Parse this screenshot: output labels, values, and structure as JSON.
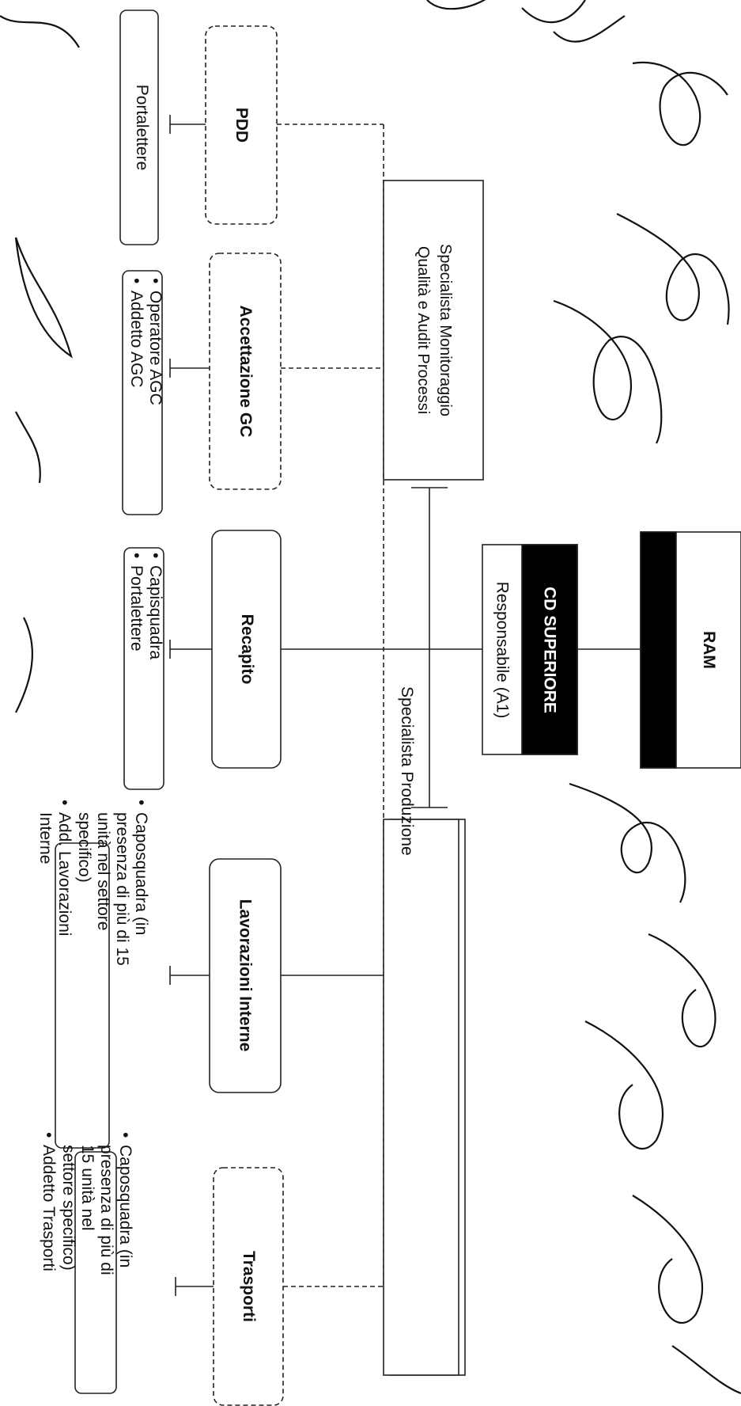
{
  "ram": {
    "label": "RAM"
  },
  "cd": {
    "title": "CD  SUPERIORE",
    "subtitle": "Responsabile (A1)"
  },
  "specialista_qualita": {
    "line1": "Specialista Monitoraggio",
    "line2": "Qualità e Audit Processi"
  },
  "specialista_produzione": {
    "label": "Specialista Produzione"
  },
  "units": {
    "pdd": "PDD",
    "accettazione": "Accettazione GC",
    "recapito": "Recapito",
    "lavorazioni": "Lavorazioni Interne",
    "trasporti": "Trasporti"
  },
  "roles": {
    "pdd": [
      "Portalettere"
    ],
    "accettazione": [
      "Operatore AGC",
      "Addetto AGC"
    ],
    "recapito": [
      "Capisquadra",
      "Portalettere"
    ],
    "lavorazioni": [
      "Caposquadra (in",
      "presenza di più di 15",
      "unità nel settore",
      "specifico)",
      "Add. Lavorazioni",
      "Interne"
    ],
    "trasporti": [
      "Caposquadra (in",
      "presenza di più di",
      "15 unità nel",
      "settore specifico)",
      "Addetto Trasporti"
    ]
  },
  "colors": {
    "black": "#000000",
    "white": "#ffffff",
    "line": "#222222"
  }
}
